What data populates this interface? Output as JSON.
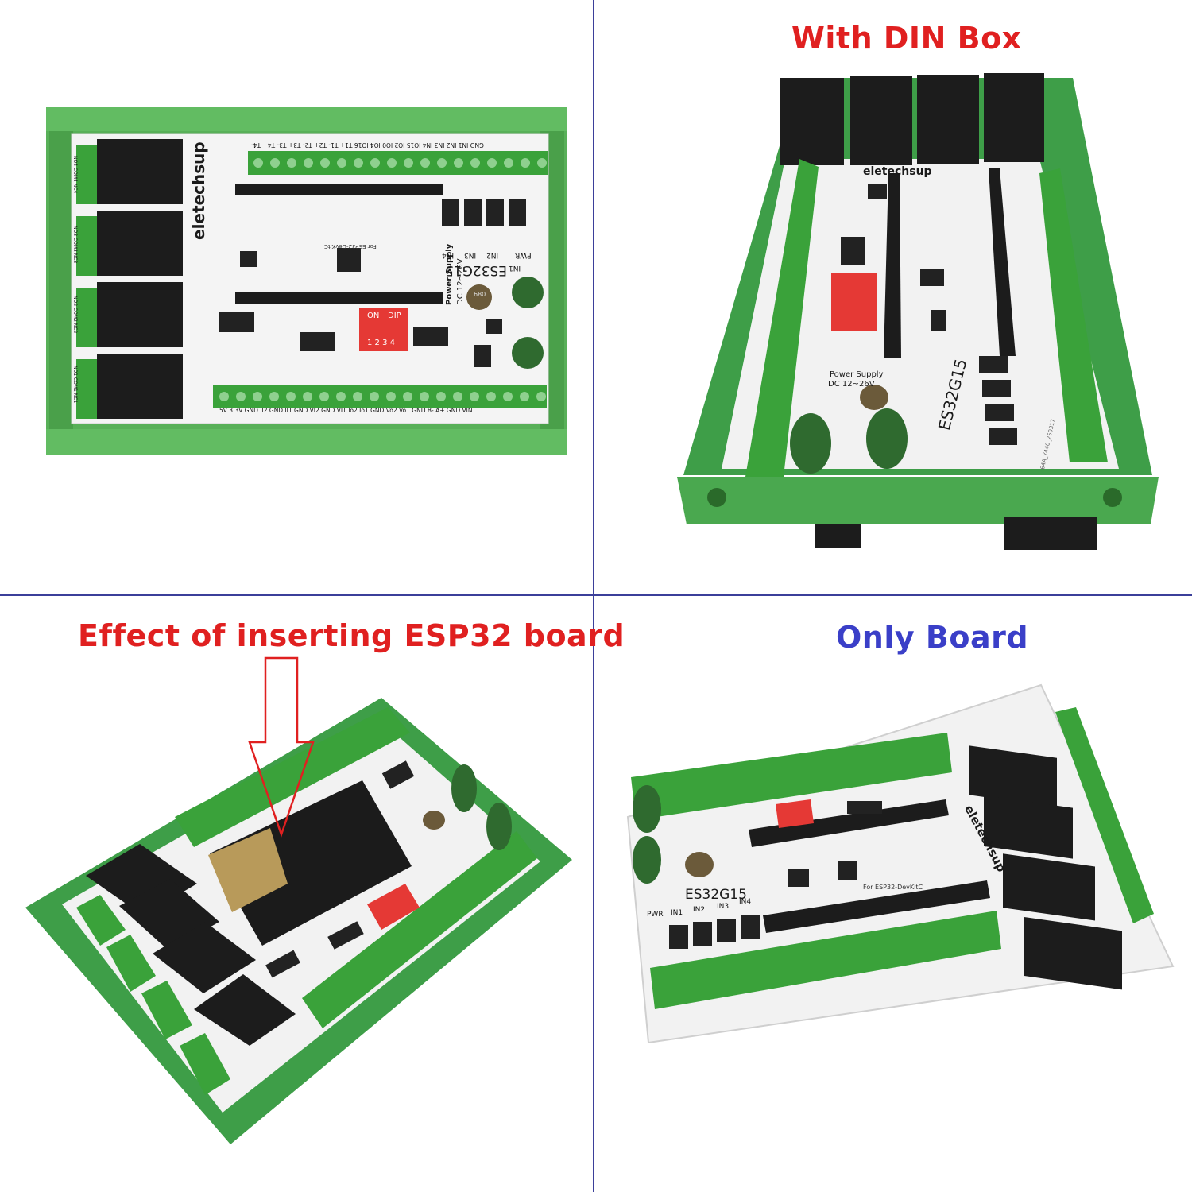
{
  "captions": {
    "din_box": "With DIN Box",
    "effect": "Effect of inserting ESP32 board",
    "only_board": "Only Board"
  },
  "board": {
    "brand": "eletechsup",
    "model": "ES32G15",
    "power_supply": "Power Supply",
    "dc_range": "DC 12~26V",
    "dip_on": "ON",
    "dip_label": "DIP",
    "dip_numbers": "1 2 3 4",
    "for_devkit": "For ESP32-DevKitC",
    "pwr": "PWR",
    "in1": "IN1",
    "in2": "IN2",
    "in3": "IN3",
    "in4": "IN4",
    "top_terminals": "GND IN1 IN2 IN3 IN4 IO15 IO2 IO0 IO4 IO16 T1+ T1- T2+ T2- T3+ T3- T4+ T4-",
    "bottom_terminals": "5V 3.3V GND II2 GND II1 GND VI2 GND VI1 Io2 Io1 GND Vo2 Vo1 GND B- A+ GND VIN",
    "relay_labels": [
      "NO4 COM4 NC4",
      "NO3 COM3 NC3",
      "NO2 COM2 NC2",
      "NO1 COM1 NC1"
    ],
    "cap_value": "680",
    "pcb_code": "64A_Y440_250317"
  },
  "colors": {
    "caption_red": "#e02020",
    "caption_blue": "#3a3fc8",
    "grid_line": "#3b3f9a",
    "din_green": "#55b255",
    "terminal_green": "#3aa23a",
    "pcb_white": "#f4f4f4",
    "relay_black": "#1a1a1a",
    "dip_red": "#e53935"
  }
}
